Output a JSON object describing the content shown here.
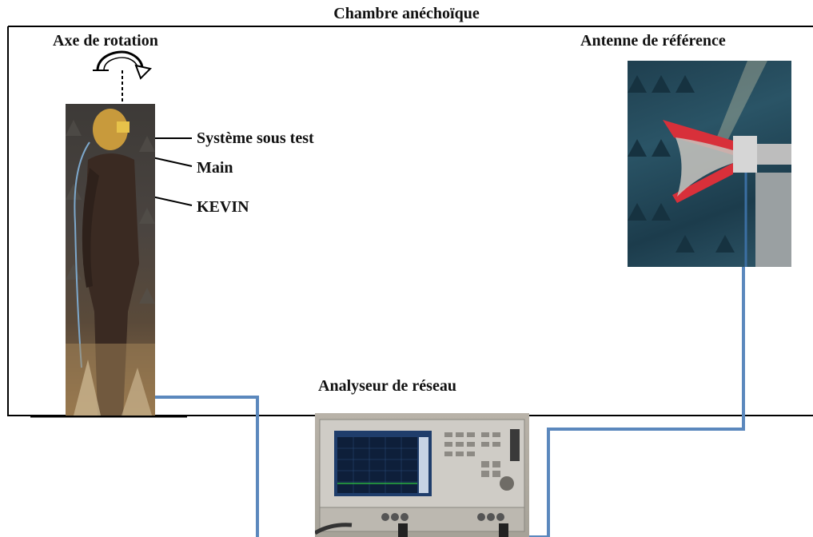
{
  "title": "Chambre anéchoïque",
  "labels": {
    "rotation_axis": "Axe de rotation",
    "reference_antenna": "Antenne de référence",
    "network_analyzer": "Analyseur de réseau",
    "system_under_test": "Système sous test",
    "hand": "Main",
    "kevin": "KEVIN"
  },
  "icons": {
    "rotation": "rotation-arrow-icon"
  },
  "colors": {
    "cable": "#5b88bd",
    "frame": "#000000",
    "antenna_fin": "#d8303a",
    "analyzer_screen": "#1f3d6b",
    "analyzer_trace": "#2ecc40"
  }
}
